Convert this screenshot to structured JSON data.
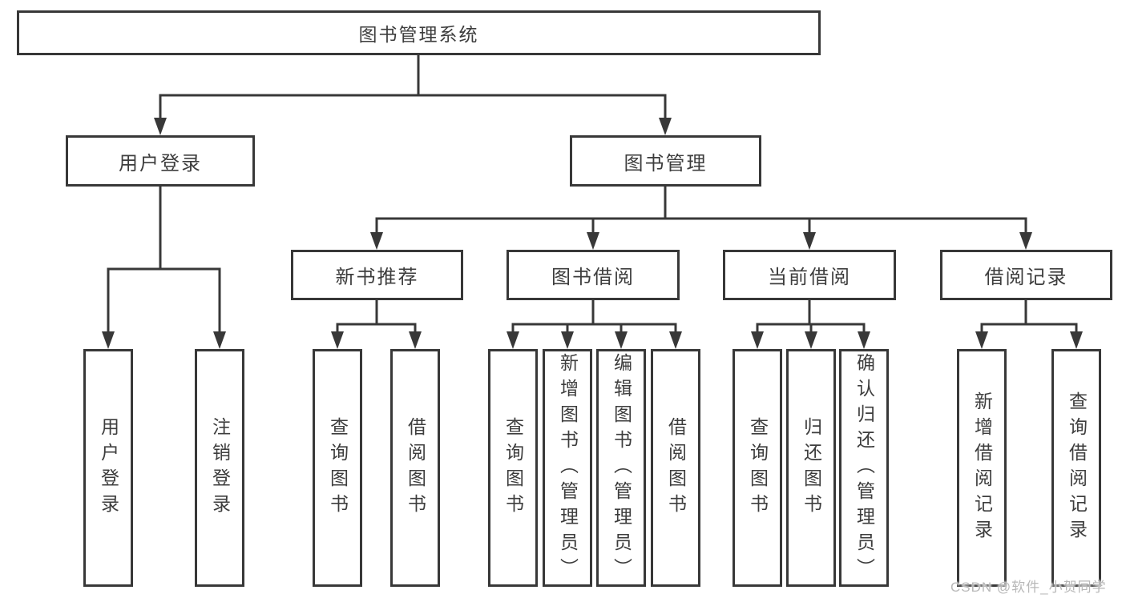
{
  "diagram": {
    "root": {
      "label": "图书管理系统"
    },
    "branches": [
      {
        "label": "用户登录",
        "children": [
          {
            "label": "用户登录"
          },
          {
            "label": "注销登录"
          }
        ]
      },
      {
        "label": "图书管理",
        "children": [
          {
            "label": "新书推荐",
            "children": [
              {
                "label": "查询图书"
              },
              {
                "label": "借阅图书"
              }
            ]
          },
          {
            "label": "图书借阅",
            "children": [
              {
                "label": "查询图书"
              },
              {
                "label": "新增图书（管理员）"
              },
              {
                "label": "编辑图书（管理员）"
              },
              {
                "label": "借阅图书"
              }
            ]
          },
          {
            "label": "当前借阅",
            "children": [
              {
                "label": "查询图书"
              },
              {
                "label": "归还图书"
              },
              {
                "label": "确认归还（管理员）"
              }
            ]
          },
          {
            "label": "借阅记录",
            "children": [
              {
                "label": "新增借阅记录"
              },
              {
                "label": "查询借阅记录"
              }
            ]
          }
        ]
      }
    ]
  },
  "watermark": {
    "text": "CSDN @软件_小贺同学"
  },
  "colors": {
    "line": "#383838",
    "text": "#3d3d3d",
    "watermark": "#b8b8b8",
    "background": "#ffffff"
  }
}
